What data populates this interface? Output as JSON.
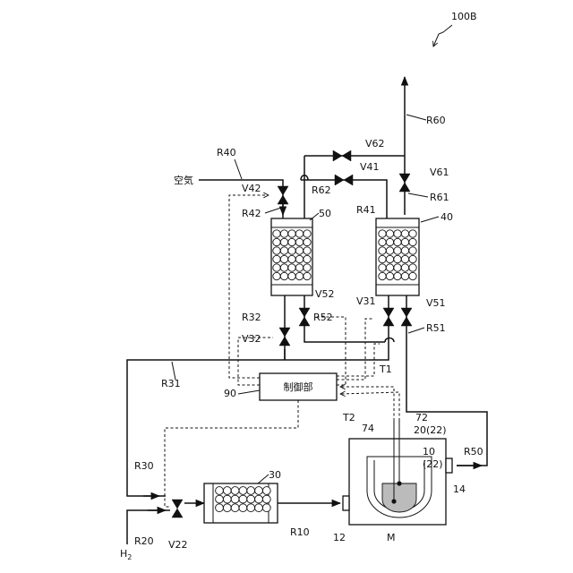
{
  "figure_label": "100B",
  "inlets": {
    "air": "空気",
    "hydrogen": "H",
    "hydrogen_sub": "2"
  },
  "controller": {
    "label": "制御部",
    "ref": "90"
  },
  "lines": {
    "R10": "R10",
    "R20": "R20",
    "R30": "R30",
    "R31": "R31",
    "R32": "R32",
    "R40": "R40",
    "R41": "R41",
    "R42": "R42",
    "R50": "R50",
    "R51": "R51",
    "R52": "R52",
    "R60": "R60",
    "R61": "R61",
    "R62": "R62"
  },
  "valves": {
    "V22": "V22",
    "V31": "V31",
    "V32": "V32",
    "V41": "V41",
    "V42": "V42",
    "V51": "V51",
    "V52": "V52",
    "V61": "V61",
    "V62": "V62"
  },
  "components": {
    "c30": "30",
    "c40": "40",
    "c50": "50",
    "c10": "10",
    "c22": "(22)",
    "c20": "20(22)",
    "c72": "72",
    "c74": "74",
    "c12": "12",
    "c14": "14",
    "M": "M"
  },
  "signals": {
    "T1": "T1",
    "T2": "T2"
  }
}
